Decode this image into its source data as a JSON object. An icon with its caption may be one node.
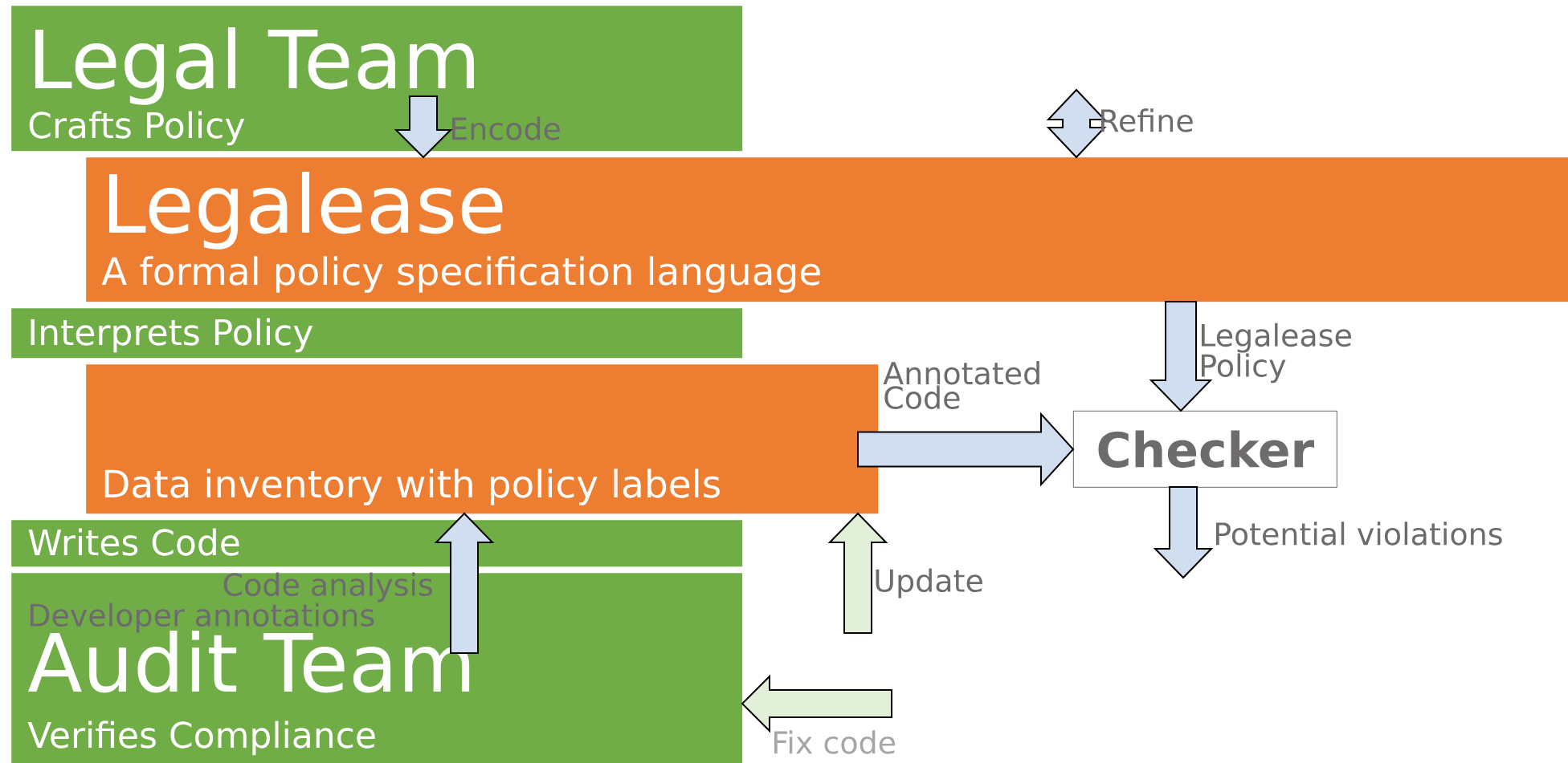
{
  "diagram": {
    "nodes": [
      {
        "text": [
          "Legal Team",
          "Crafts Policy"
        ]
      },
      {
        "text": [
          "Interprets Policy"
        ]
      },
      {
        "text": [
          "Writes Code"
        ]
      },
      {
        "text": [
          "Audit Team",
          "Verifies Compliance"
        ]
      },
      {
        "text": [
          "Legalease",
          "A formal policy specification language"
        ]
      },
      {
        "text": [
          "Data inventory with policy labels"
        ]
      },
      {
        "text": [
          "Checker"
        ]
      }
    ],
    "edges": [
      {
        "from": 0,
        "to": 4,
        "arrow": "to",
        "label": "Encode"
      },
      {
        "from": null,
        "to": 4,
        "arrow": "both",
        "label": "Refine"
      },
      {
        "from": 4,
        "to": 6,
        "arrow": "to",
        "label": "Legalease Policy"
      },
      {
        "from": 5,
        "to": 6,
        "arrow": "to",
        "label": "Annotated Code"
      },
      {
        "from": 6,
        "to": null,
        "arrow": "to",
        "label": "Potential violations"
      },
      {
        "from": 3,
        "to": 5,
        "arrow": "to",
        "label": "Code analysis"
      },
      {
        "from": null,
        "to": 5,
        "arrow": "to",
        "label": "Update"
      },
      {
        "from": null,
        "to": 3,
        "arrow": "to",
        "label": "Fix code"
      }
    ],
    "labels": [
      "Developer annotations"
    ]
  }
}
